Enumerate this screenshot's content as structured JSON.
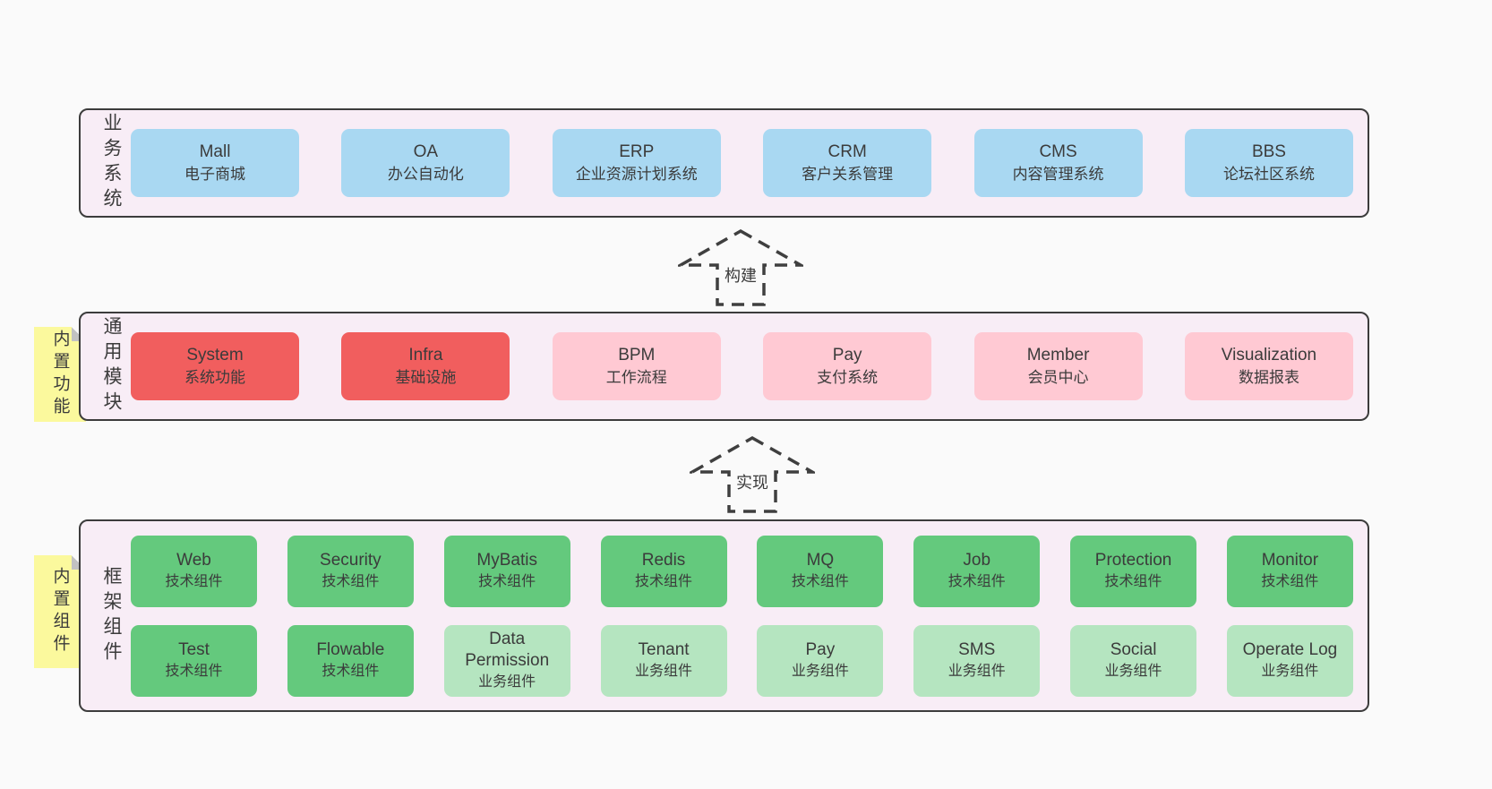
{
  "colors": {
    "page_bg": "#fafafa",
    "layer_bg": "#f8edf6",
    "layer_border": "#3c3c3c",
    "blue_box": "#a9d8f2",
    "red_box": "#f15e5e",
    "pink_box": "#ffc9d3",
    "green_box": "#64c97d",
    "light_green_box": "#b5e5c0",
    "yellow_tab": "#fbf99d",
    "text": "#3b3b3b"
  },
  "arrows": [
    {
      "label": "构建"
    },
    {
      "label": "实现"
    }
  ],
  "tabs": [
    {
      "label": "内置功能"
    },
    {
      "label": "内置组件"
    }
  ],
  "layers": [
    {
      "label": "业务系统",
      "boxes": [
        {
          "en": "Mall",
          "zh": "电子商城"
        },
        {
          "en": "OA",
          "zh": "办公自动化"
        },
        {
          "en": "ERP",
          "zh": "企业资源计划系统"
        },
        {
          "en": "CRM",
          "zh": "客户关系管理"
        },
        {
          "en": "CMS",
          "zh": "内容管理系统"
        },
        {
          "en": "BBS",
          "zh": "论坛社区系统"
        }
      ]
    },
    {
      "label": "通用模块",
      "boxes": [
        {
          "en": "System",
          "zh": "系统功能"
        },
        {
          "en": "Infra",
          "zh": "基础设施"
        },
        {
          "en": "BPM",
          "zh": "工作流程"
        },
        {
          "en": "Pay",
          "zh": "支付系统"
        },
        {
          "en": "Member",
          "zh": "会员中心"
        },
        {
          "en": "Visualization",
          "zh": "数据报表"
        }
      ]
    },
    {
      "label": "框架组件",
      "boxes": [
        {
          "en": "Web",
          "zh": "技术组件"
        },
        {
          "en": "Security",
          "zh": "技术组件"
        },
        {
          "en": "MyBatis",
          "zh": "技术组件"
        },
        {
          "en": "Redis",
          "zh": "技术组件"
        },
        {
          "en": "MQ",
          "zh": "技术组件"
        },
        {
          "en": "Job",
          "zh": "技术组件"
        },
        {
          "en": "Protection",
          "zh": "技术组件"
        },
        {
          "en": "Monitor",
          "zh": "技术组件"
        },
        {
          "en": "Test",
          "zh": "技术组件"
        },
        {
          "en": "Flowable",
          "zh": "技术组件"
        },
        {
          "en": "Data Permission",
          "zh": "业务组件"
        },
        {
          "en": "Tenant",
          "zh": "业务组件"
        },
        {
          "en": "Pay",
          "zh": "业务组件"
        },
        {
          "en": "SMS",
          "zh": "业务组件"
        },
        {
          "en": "Social",
          "zh": "业务组件"
        },
        {
          "en": "Operate Log",
          "zh": "业务组件"
        }
      ]
    }
  ]
}
